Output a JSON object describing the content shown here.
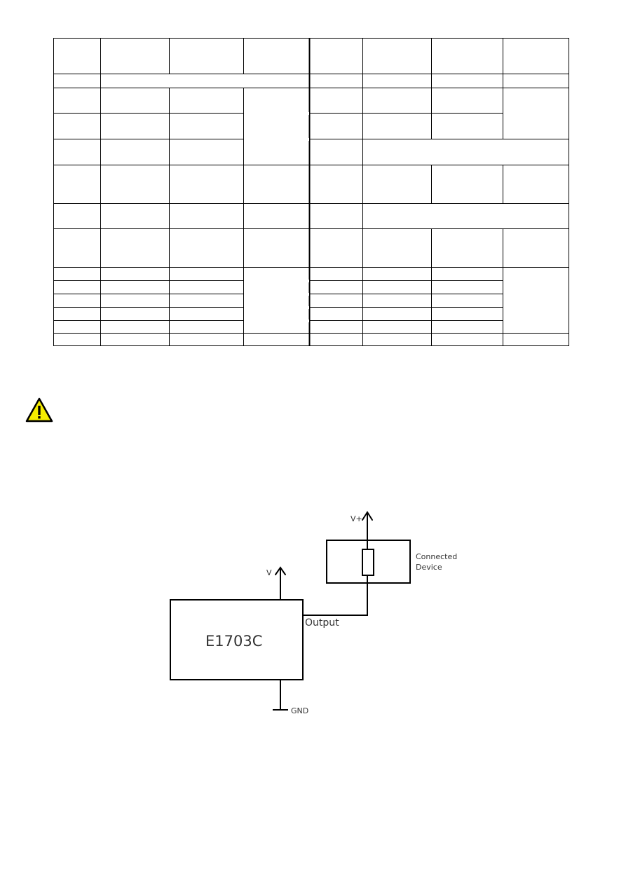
{
  "table": {
    "cells_text": []
  },
  "warning": {
    "icon": "warning-triangle-icon",
    "fill_color": "#f5ec00",
    "stroke_color": "#000000"
  },
  "schematic": {
    "supply_label": "V",
    "device_supply_label": "V+",
    "connected_device_line1": "Connected",
    "connected_device_line2": "Device",
    "output_label": "Output",
    "ic_label": "E1703C",
    "ground_label": "GND"
  }
}
